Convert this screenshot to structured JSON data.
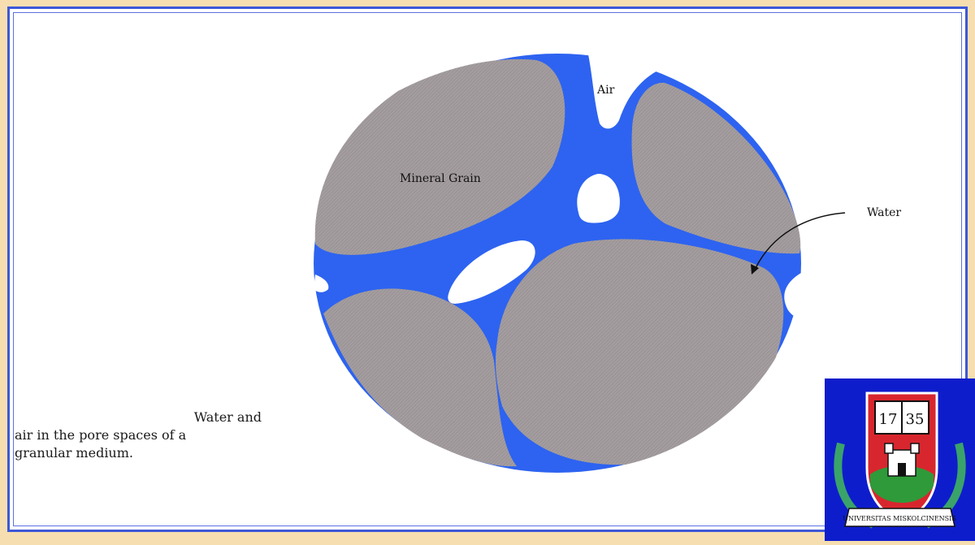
{
  "diagram": {
    "labels": {
      "air": "Air",
      "mineral_grain": "Mineral Grain",
      "water": "Water"
    },
    "caption": {
      "line1": "Water and",
      "line2": "air in the pore spaces of a",
      "line3": "granular medium."
    },
    "colors": {
      "water": "#2d63f0",
      "grain": "#a49d9f",
      "air": "#ffffff",
      "frame": "#3d57d8",
      "page_background": "#f6deb0"
    }
  },
  "logo": {
    "year_left": "17",
    "year_right": "35",
    "ribbon_text": "UNIVERSITAS MISKOLCINENSIS",
    "colors": {
      "background": "#0e1dcc",
      "shield": "#d8262e",
      "laurel": "#3aa36a",
      "hill": "#2e9a3a"
    }
  }
}
